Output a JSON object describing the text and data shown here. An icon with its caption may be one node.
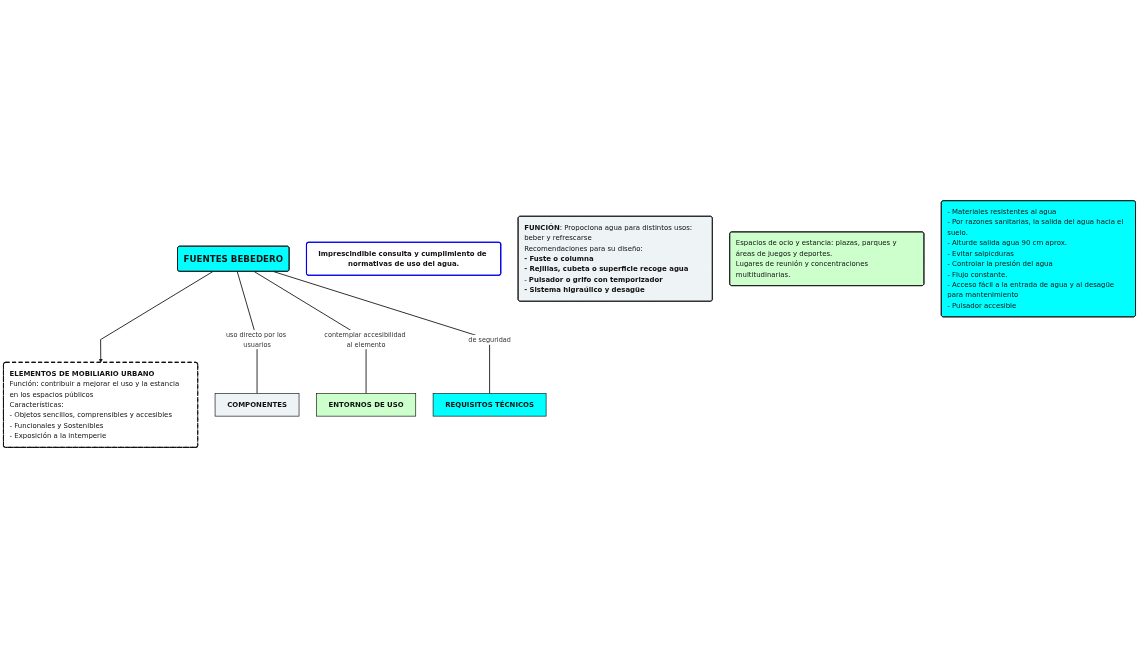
{
  "diagram": {
    "nodes": [
      {
        "text": [
          "ELEMENTOS DE MOBILIARIO URBANO",
          "Función: contribuir a mejorar el uso y la estancia en los espacios públicos",
          "Características:",
          "- Objetos sencillos, comprensibles y accesibles",
          "- Funcionales y Sostenibles",
          "- Exposición a la intemperie"
        ]
      },
      {
        "text": [
          "FUENTES BEBEDERO"
        ]
      },
      {
        "text": [
          "Imprescindible consulta y cumplimiento de normativas de uso del agua."
        ]
      },
      {
        "text": [
          "COMPONENTES"
        ]
      },
      {
        "text": [
          "**FUNCIÓN**: Propociona agua para distintos usos: beber y refrescarse",
          "Recomendaciones para su diseño:",
          "**- Fuste o columna**",
          "**- Rejillas, cubeta o superficie recoge agua**",
          "- **Pulsador o grifo con temporizador**",
          "**- Sistema higraúlico y desagüe**"
        ]
      },
      {
        "text": [
          "ENTORNOS DE USO"
        ]
      },
      {
        "text": [
          "Espacios de ocio y estancia: plazas, parques y áreas de juegos y deportes.",
          "Lugares de reunión y concentraciones multitudinarias."
        ]
      },
      {
        "text": [
          "REQUISITOS TÉCNICOS"
        ]
      },
      {
        "text": [
          "- Materiales resistentes al agua",
          "- Por razones sanitarias, la salida del agua hacia el suelo.",
          "- Alturde salida agua 90 cm aprox.",
          "- Evitar salpicduras",
          "- Controlar la presión del agua",
          "- Flujo constante.",
          "- Acceso fácil a la entrada de agua y al desagüe para mantenimiento",
          "- Pulsador accesible"
        ]
      }
    ],
    "edges": [
      {
        "from": 1,
        "to": 0,
        "arrow": "to"
      },
      {
        "from": 1,
        "to": 3,
        "arrow": "none",
        "label": "uso directo por los usuarios"
      },
      {
        "from": 1,
        "to": 5,
        "arrow": "none",
        "label": "contemplar accesibilidad al elemento"
      },
      {
        "from": 1,
        "to": 7,
        "arrow": "none",
        "label": "de seguridad"
      }
    ]
  }
}
